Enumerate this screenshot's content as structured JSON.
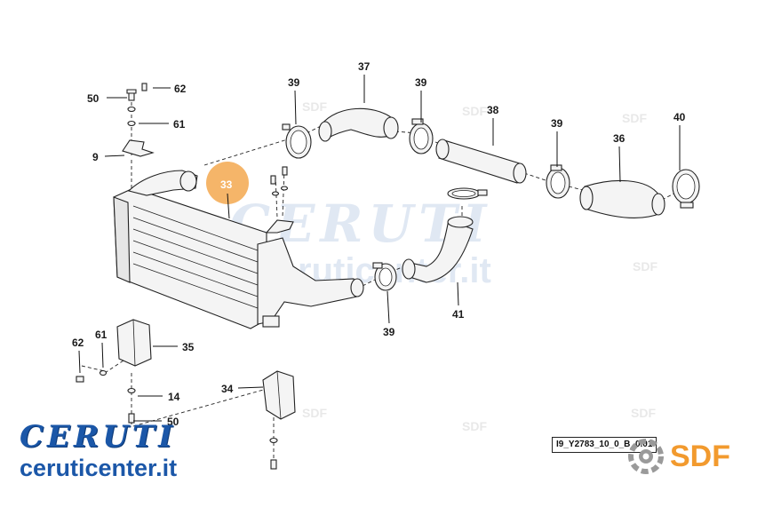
{
  "diagram": {
    "part_labels": {
      "p50_top": "50",
      "p62_top": "62",
      "p61_top": "61",
      "p9": "9",
      "p33": "33",
      "p39_a": "39",
      "p37": "37",
      "p39_b": "39",
      "p38": "38",
      "p39_c": "39",
      "p36": "36",
      "p40": "40",
      "p41": "41",
      "p39_d": "39",
      "p62_bot": "62",
      "p61_bot": "61",
      "p35": "35",
      "p14": "14",
      "p34": "34",
      "p50_bot": "50"
    },
    "highlight_color": "#f3a84f",
    "reference_code": "I9_Y2783_10_0_B_0.01"
  },
  "watermarks": {
    "center_text": "CERUTI",
    "center_url": "ruticenter.it",
    "tag": "SDF"
  },
  "branding": {
    "logo_text": "CERUTI",
    "site_url": "ceruticenter.it",
    "brand_color": "#1b57a8",
    "manufacturer": "SDF",
    "manufacturer_color": "#f29a2e",
    "manufacturer_icon": "sdf-gear-logo-icon"
  }
}
